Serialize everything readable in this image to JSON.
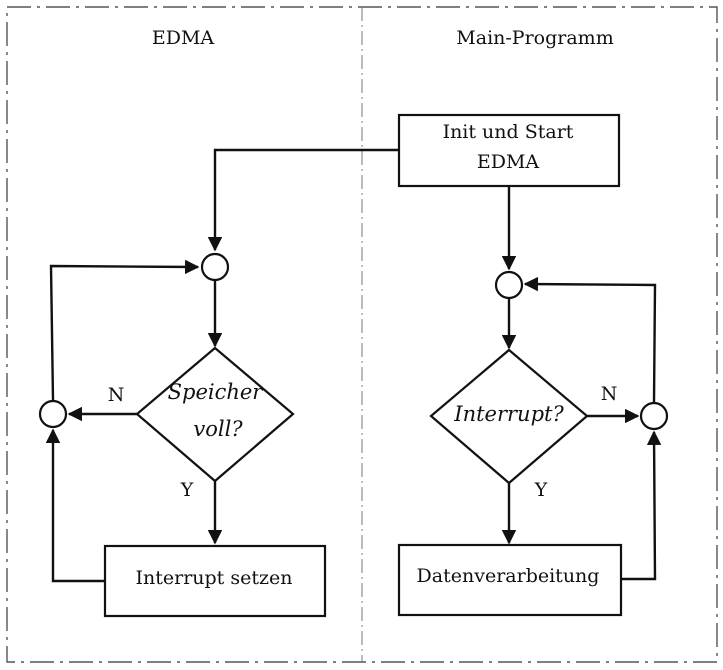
{
  "lanes": {
    "left": {
      "title": "EDMA"
    },
    "right": {
      "title": "Main-Programm"
    }
  },
  "nodes": {
    "init_start": {
      "line1": "Init und Start",
      "line2": "EDMA"
    },
    "speicher_voll": {
      "line1": "Speicher",
      "line2": "voll?"
    },
    "interrupt_setzen": {
      "label": "Interrupt setzen"
    },
    "interrupt_q": {
      "label": "Interrupt?"
    },
    "datenverarbeitung": {
      "label": "Datenverarbeitung"
    }
  },
  "edges": {
    "speicher_no": "N",
    "speicher_yes": "Y",
    "interrupt_no": "N",
    "interrupt_yes": "Y"
  }
}
